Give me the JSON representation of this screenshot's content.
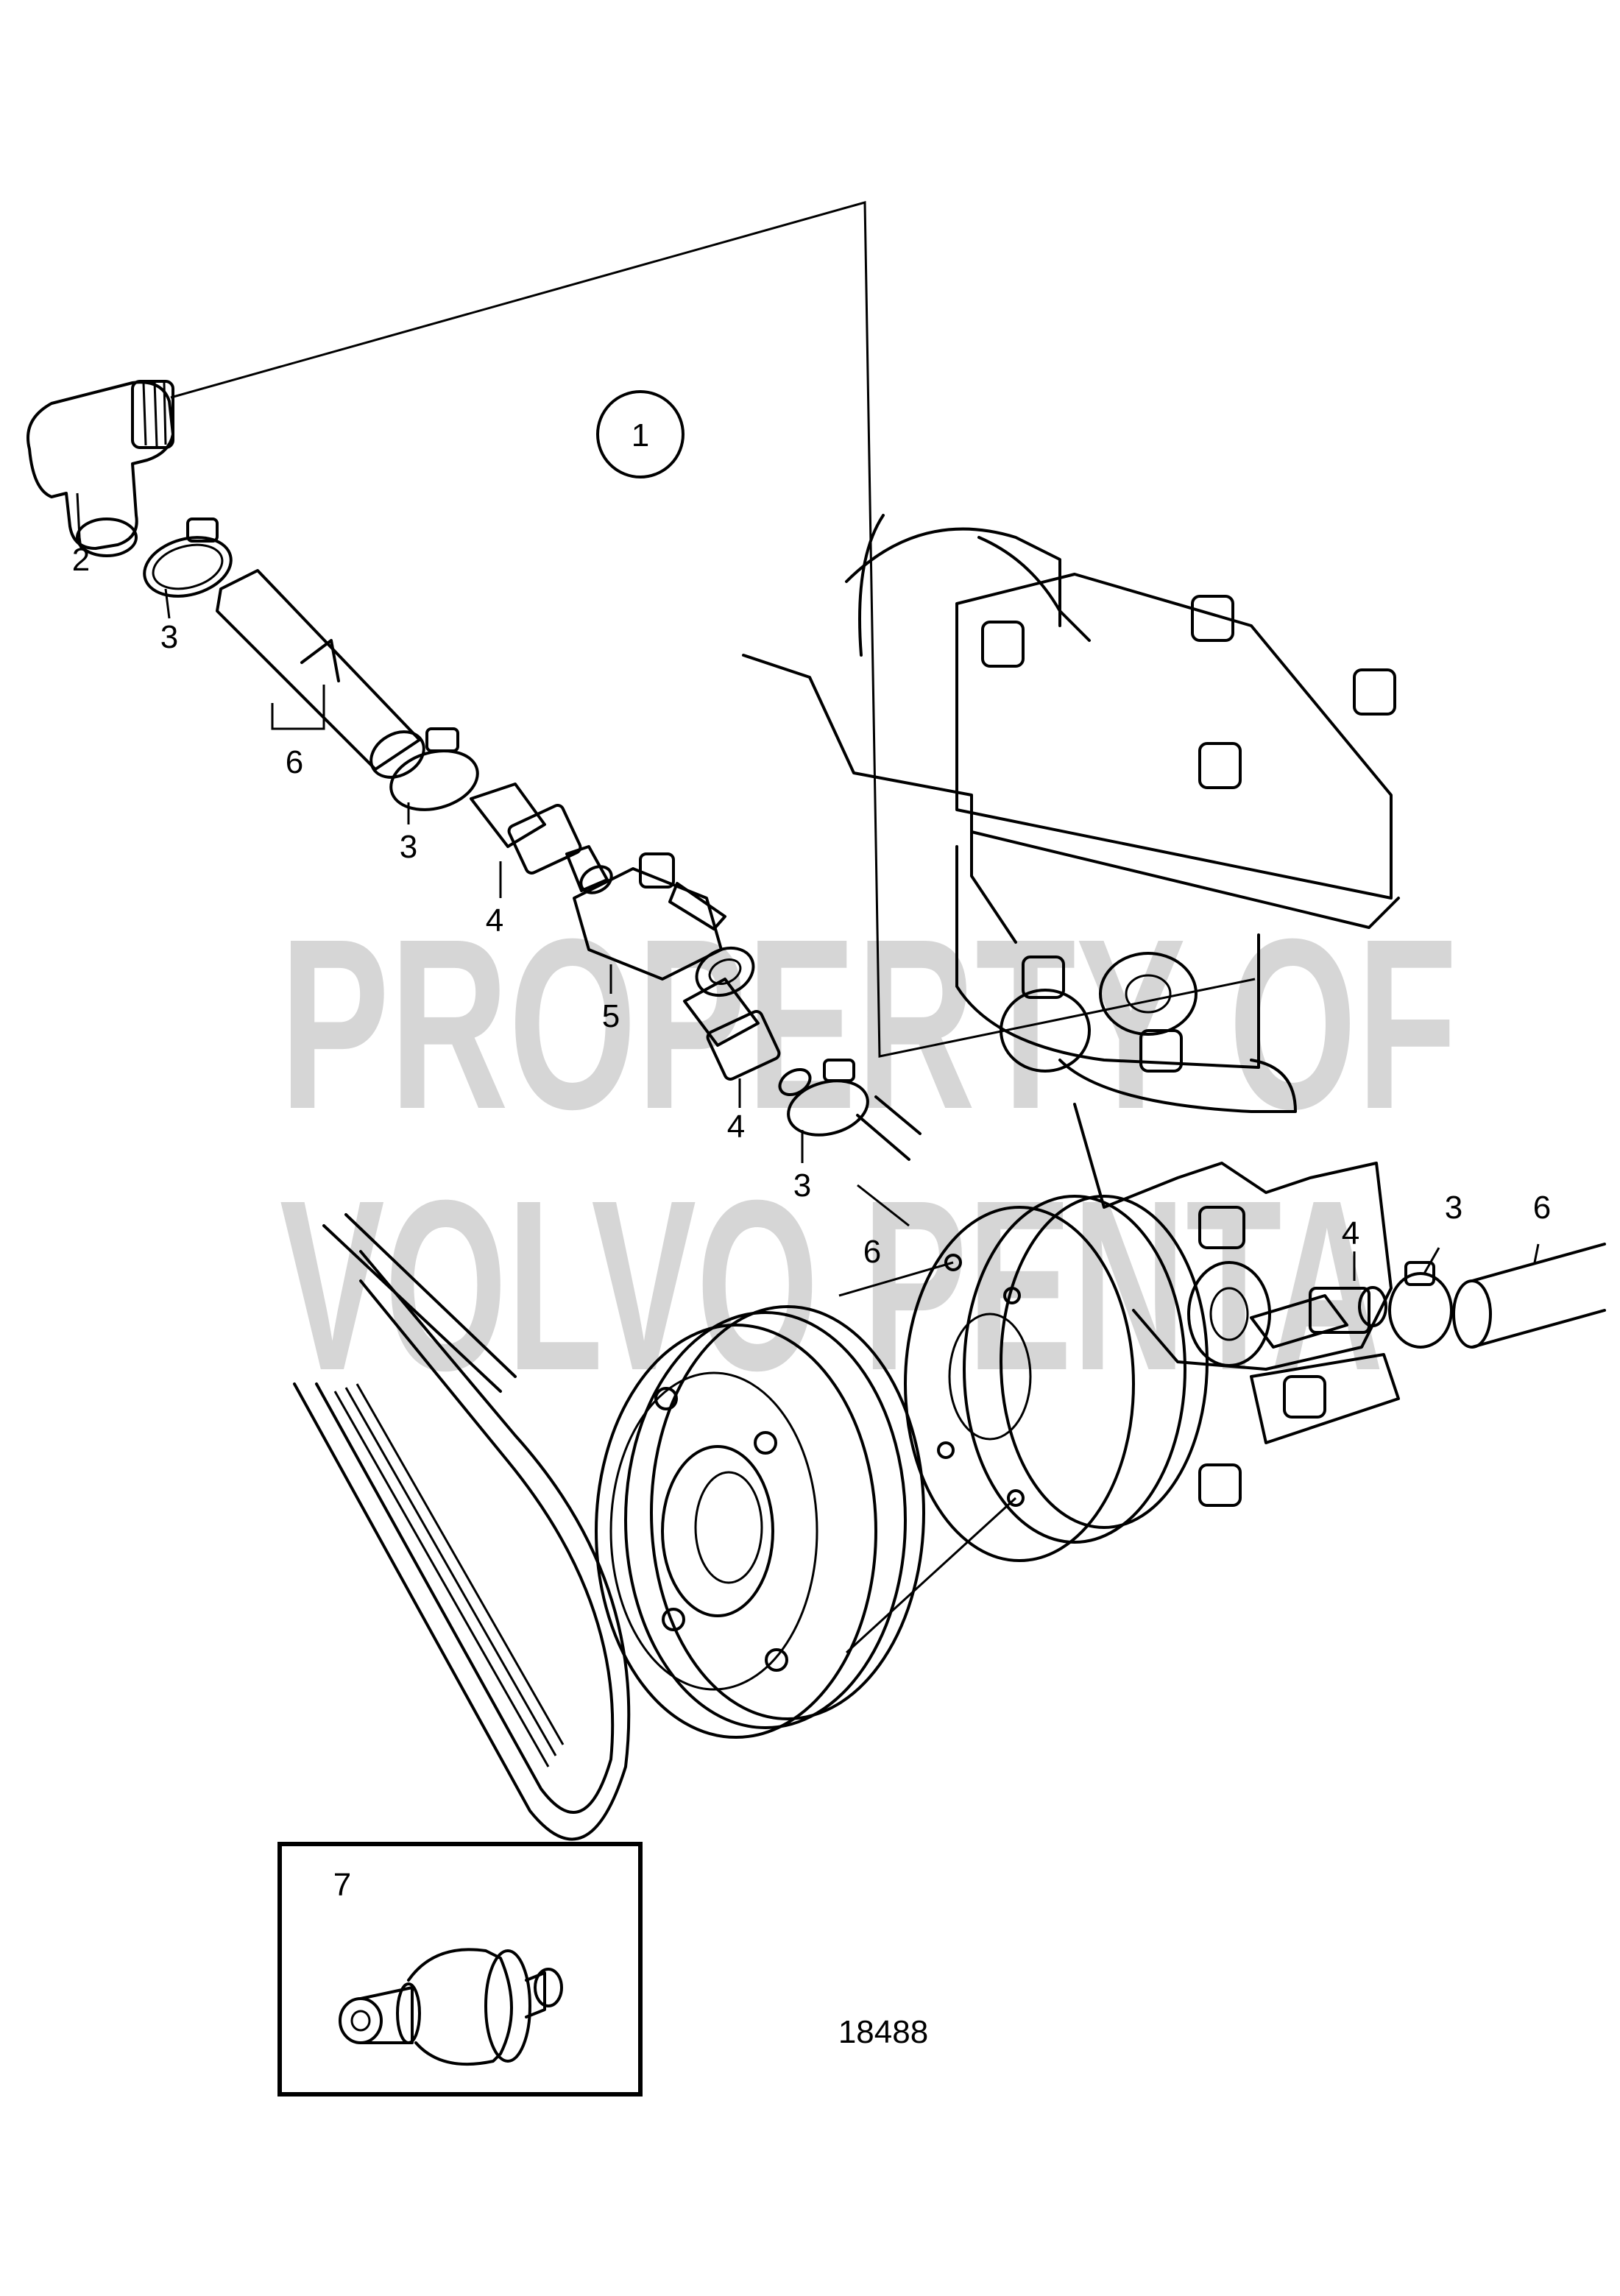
{
  "diagram": {
    "drawing_number": "18488",
    "watermark": [
      "PROPERTY OF",
      "VOLVO PENTA"
    ],
    "circled_callout": "1",
    "part_labels": [
      {
        "id": "p2",
        "text": "2"
      },
      {
        "id": "p3a",
        "text": "3"
      },
      {
        "id": "p6a",
        "text": "6"
      },
      {
        "id": "p3b",
        "text": "3"
      },
      {
        "id": "p4a",
        "text": "4"
      },
      {
        "id": "p5",
        "text": "5"
      },
      {
        "id": "p4b",
        "text": "4"
      },
      {
        "id": "p3c",
        "text": "3"
      },
      {
        "id": "p6b",
        "text": "6"
      },
      {
        "id": "p4c",
        "text": "4"
      },
      {
        "id": "p3d",
        "text": "3"
      },
      {
        "id": "p6c",
        "text": "6"
      }
    ],
    "inset": {
      "label": "7"
    }
  }
}
